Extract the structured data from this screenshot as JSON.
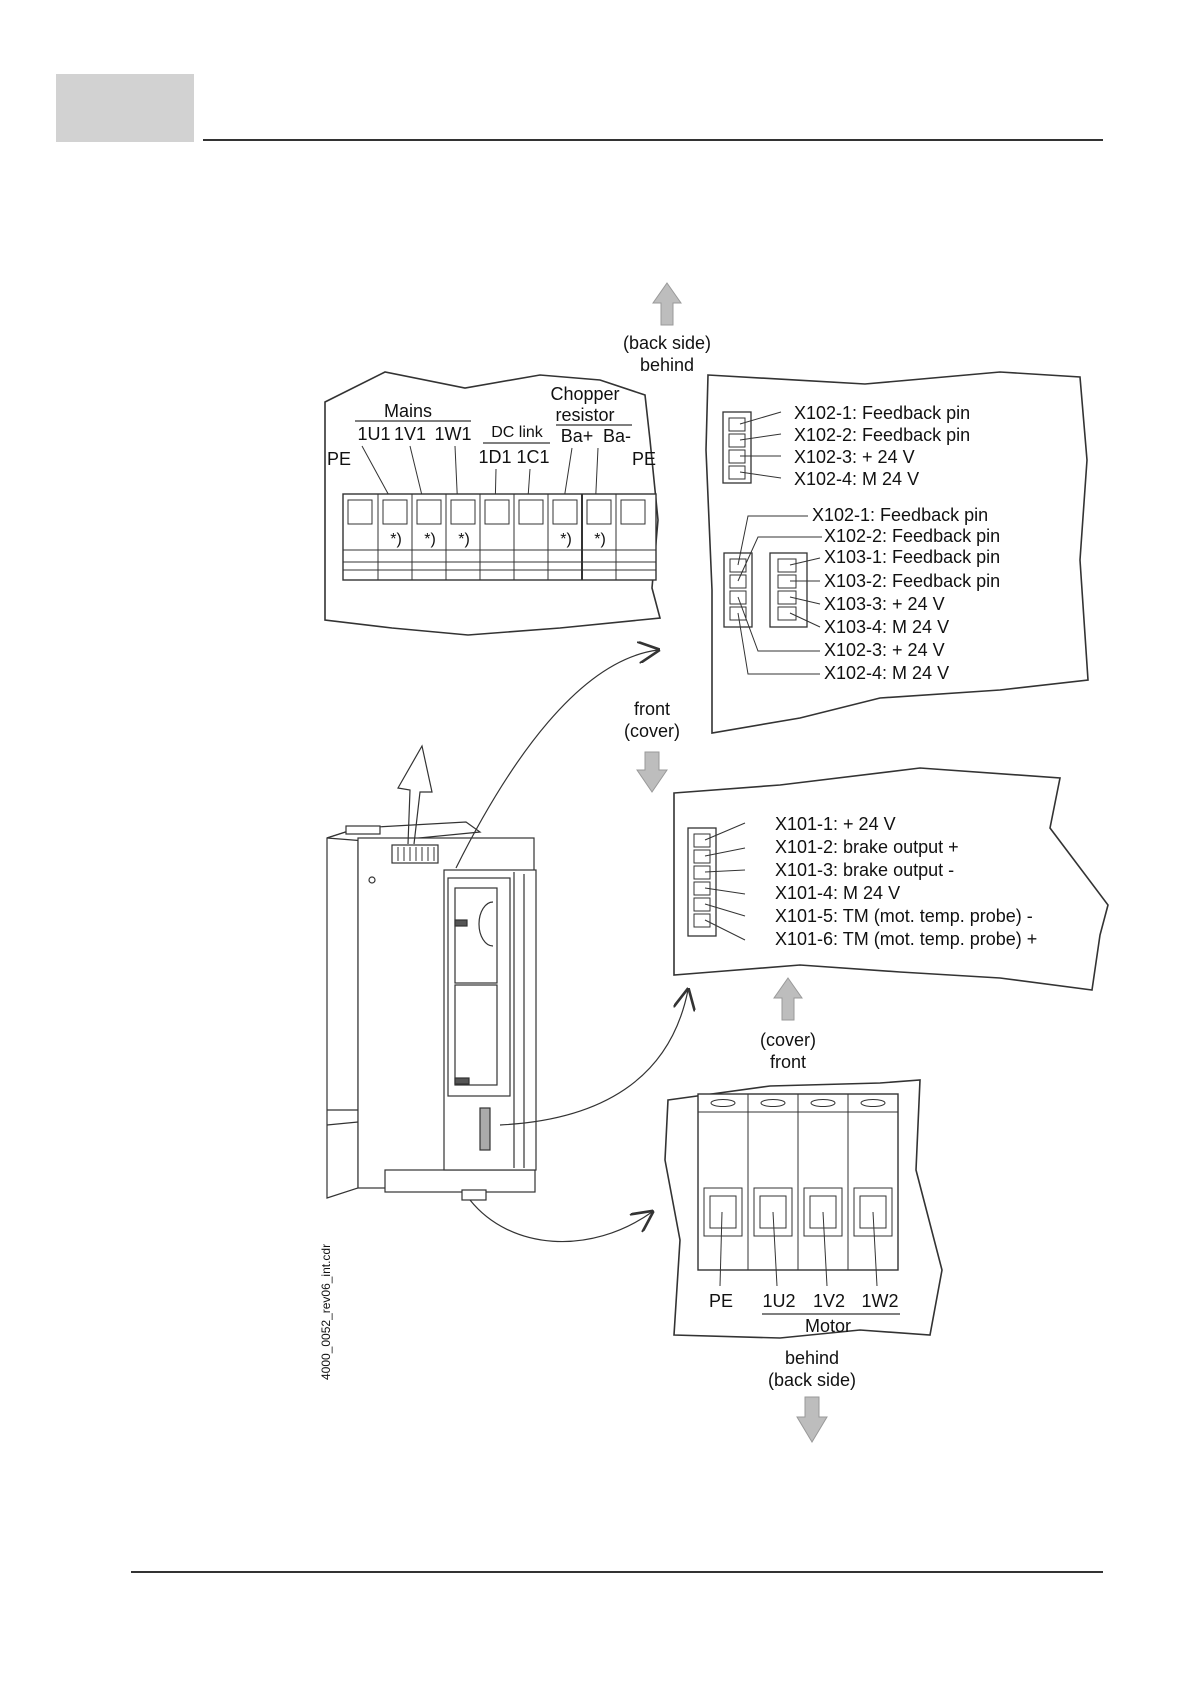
{
  "directions": {
    "back_side": "(back side)",
    "behind": "behind",
    "front": "front",
    "cover": "(cover)"
  },
  "power_terminal": {
    "mains": "Mains",
    "dc_link": "DC link",
    "chopper_line1": "Chopper",
    "chopper_line2": "resistor",
    "terminals": [
      "PE",
      "1U1",
      "1V1",
      "1W1",
      "1D1",
      "1C1",
      "Ba+",
      "Ba-",
      "PE"
    ],
    "note": "*)"
  },
  "x102_single": [
    "X102-1: Feedback pin",
    "X102-2: Feedback pin",
    "X102-3: + 24 V",
    "X102-4: M 24 V"
  ],
  "x102_x103": [
    "X102-1: Feedback pin",
    "X102-2: Feedback pin",
    "X103-1: Feedback pin",
    "X103-2: Feedback pin",
    "X103-3: + 24 V",
    "X103-4: M 24 V",
    "X102-3: + 24 V",
    "X102-4: M 24 V"
  ],
  "x101": [
    "X101-1: + 24 V",
    "X101-2: brake output +",
    "X101-3: brake output -",
    "X101-4: M 24 V",
    "X101-5: TM (mot. temp. probe) -",
    "X101-6: TM (mot. temp. probe) +"
  ],
  "motor_terminal": {
    "terminals": [
      "PE",
      "1U2",
      "1V2",
      "1W2"
    ],
    "motor": "Motor"
  },
  "file_label": "4000_0052_rev06_int.cdr"
}
